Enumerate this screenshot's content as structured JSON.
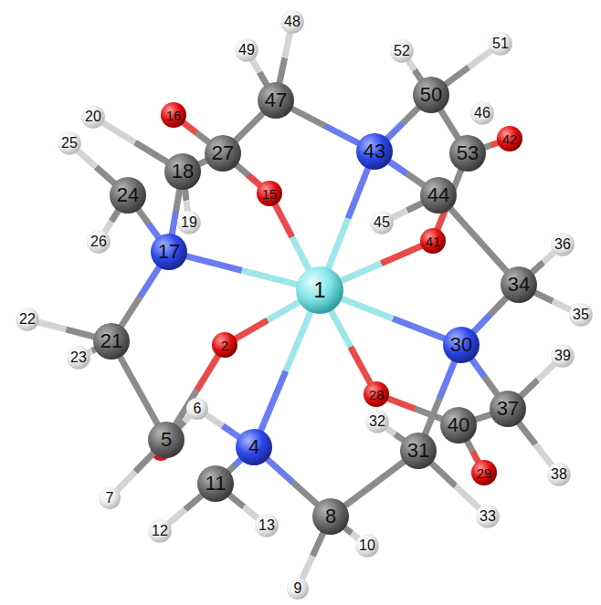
{
  "diagram": {
    "nodes": [
      {
        "text": [
          "1"
        ]
      },
      {
        "text": [
          "2"
        ]
      },
      {
        "text": [
          "4"
        ]
      },
      {
        "text": [
          "5"
        ]
      },
      {
        "text": [
          "6"
        ]
      },
      {
        "text": [
          "7"
        ]
      },
      {
        "text": [
          "8"
        ]
      },
      {
        "text": [
          "9"
        ]
      },
      {
        "text": [
          "10"
        ]
      },
      {
        "text": [
          "11"
        ]
      },
      {
        "text": [
          "12"
        ]
      },
      {
        "text": [
          "13"
        ]
      },
      {
        "text": [
          "15"
        ]
      },
      {
        "text": [
          "16"
        ]
      },
      {
        "text": [
          "17"
        ]
      },
      {
        "text": [
          "18"
        ]
      },
      {
        "text": [
          "19"
        ]
      },
      {
        "text": [
          "20"
        ]
      },
      {
        "text": [
          "21"
        ]
      },
      {
        "text": [
          "22"
        ]
      },
      {
        "text": [
          "23"
        ]
      },
      {
        "text": [
          "24"
        ]
      },
      {
        "text": [
          "25"
        ]
      },
      {
        "text": [
          "26"
        ]
      },
      {
        "text": [
          "27"
        ]
      },
      {
        "text": [
          "28"
        ]
      },
      {
        "text": [
          "29"
        ]
      },
      {
        "text": [
          "30"
        ]
      },
      {
        "text": [
          "31"
        ]
      },
      {
        "text": [
          "32"
        ]
      },
      {
        "text": [
          "33"
        ]
      },
      {
        "text": [
          "34"
        ]
      },
      {
        "text": [
          "35"
        ]
      },
      {
        "text": [
          "36"
        ]
      },
      {
        "text": [
          "37"
        ]
      },
      {
        "text": [
          "38"
        ]
      },
      {
        "text": [
          "39"
        ]
      },
      {
        "text": [
          "40"
        ]
      },
      {
        "text": [
          "41"
        ]
      },
      {
        "text": [
          "42"
        ]
      },
      {
        "text": [
          "43"
        ]
      },
      {
        "text": [
          "44"
        ]
      },
      {
        "text": [
          "45"
        ]
      },
      {
        "text": [
          "46"
        ]
      },
      {
        "text": [
          "47"
        ]
      },
      {
        "text": [
          "48"
        ]
      },
      {
        "text": [
          "49"
        ]
      },
      {
        "text": [
          "50"
        ]
      },
      {
        "text": [
          "51"
        ]
      },
      {
        "text": [
          "52"
        ]
      },
      {
        "text": [
          "53"
        ]
      }
    ],
    "edges": [
      {
        "from": 0,
        "to": 1,
        "arrow": "none"
      },
      {
        "from": 0,
        "to": 2,
        "arrow": "none"
      },
      {
        "from": 0,
        "to": 12,
        "arrow": "none"
      },
      {
        "from": 0,
        "to": 14,
        "arrow": "none"
      },
      {
        "from": 0,
        "to": 25,
        "arrow": "none"
      },
      {
        "from": 0,
        "to": 27,
        "arrow": "none"
      },
      {
        "from": 0,
        "to": 38,
        "arrow": "none"
      },
      {
        "from": 0,
        "to": 40,
        "arrow": "none"
      },
      {
        "from": 1,
        "to": 3,
        "arrow": "none"
      },
      {
        "from": 3,
        "to": 5,
        "arrow": "none"
      },
      {
        "from": 3,
        "to": 18,
        "arrow": "none"
      },
      {
        "from": 3,
        "to": 4,
        "arrow": "none"
      },
      {
        "from": 2,
        "to": 4,
        "arrow": "none"
      },
      {
        "from": 2,
        "to": 9,
        "arrow": "none"
      },
      {
        "from": 2,
        "to": 6,
        "arrow": "none"
      },
      {
        "from": 9,
        "to": 10,
        "arrow": "none"
      },
      {
        "from": 9,
        "to": 11,
        "arrow": "none"
      },
      {
        "from": 6,
        "to": 7,
        "arrow": "none"
      },
      {
        "from": 6,
        "to": 8,
        "arrow": "none"
      },
      {
        "from": 6,
        "to": 28,
        "arrow": "none"
      },
      {
        "from": 14,
        "to": 18,
        "arrow": "none"
      },
      {
        "from": 18,
        "to": 19,
        "arrow": "none"
      },
      {
        "from": 18,
        "to": 20,
        "arrow": "none"
      },
      {
        "from": 14,
        "to": 21,
        "arrow": "none"
      },
      {
        "from": 21,
        "to": 22,
        "arrow": "none"
      },
      {
        "from": 21,
        "to": 23,
        "arrow": "none"
      },
      {
        "from": 14,
        "to": 15,
        "arrow": "none"
      },
      {
        "from": 15,
        "to": 16,
        "arrow": "none"
      },
      {
        "from": 15,
        "to": 17,
        "arrow": "none"
      },
      {
        "from": 15,
        "to": 24,
        "arrow": "none"
      },
      {
        "from": 24,
        "to": 12,
        "arrow": "none"
      },
      {
        "from": 24,
        "to": 13,
        "arrow": "none"
      },
      {
        "from": 24,
        "to": 44,
        "arrow": "none"
      },
      {
        "from": 44,
        "to": 45,
        "arrow": "none"
      },
      {
        "from": 44,
        "to": 46,
        "arrow": "none"
      },
      {
        "from": 44,
        "to": 40,
        "arrow": "none"
      },
      {
        "from": 40,
        "to": 47,
        "arrow": "none"
      },
      {
        "from": 47,
        "to": 48,
        "arrow": "none"
      },
      {
        "from": 47,
        "to": 49,
        "arrow": "none"
      },
      {
        "from": 47,
        "to": 50,
        "arrow": "none"
      },
      {
        "from": 50,
        "to": 39,
        "arrow": "none"
      },
      {
        "from": 50,
        "to": 38,
        "arrow": "none"
      },
      {
        "from": 40,
        "to": 41,
        "arrow": "none"
      },
      {
        "from": 41,
        "to": 42,
        "arrow": "none"
      },
      {
        "from": 41,
        "to": 31,
        "arrow": "none"
      },
      {
        "from": 31,
        "to": 32,
        "arrow": "none"
      },
      {
        "from": 31,
        "to": 33,
        "arrow": "none"
      },
      {
        "from": 31,
        "to": 27,
        "arrow": "none"
      },
      {
        "from": 27,
        "to": 28,
        "arrow": "none"
      },
      {
        "from": 28,
        "to": 29,
        "arrow": "none"
      },
      {
        "from": 28,
        "to": 30,
        "arrow": "none"
      },
      {
        "from": 27,
        "to": 34,
        "arrow": "none"
      },
      {
        "from": 34,
        "to": 35,
        "arrow": "none"
      },
      {
        "from": 34,
        "to": 36,
        "arrow": "none"
      },
      {
        "from": 34,
        "to": 37,
        "arrow": "none"
      },
      {
        "from": 37,
        "to": 26,
        "arrow": "none"
      },
      {
        "from": 37,
        "to": 25,
        "arrow": "none"
      }
    ]
  }
}
